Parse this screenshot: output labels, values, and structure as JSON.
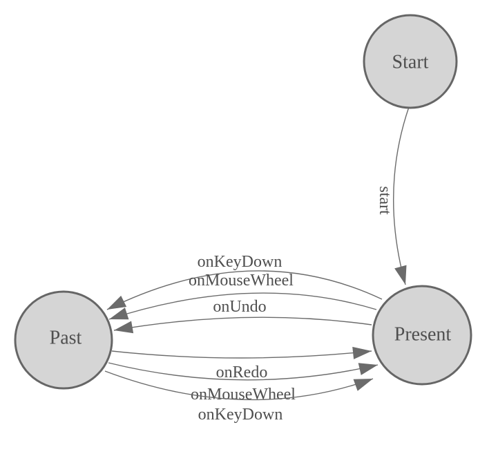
{
  "diagram": {
    "type": "state-machine",
    "colors": {
      "background": "#ffffff",
      "node_fill": "#d5d5d5",
      "node_stroke": "#666666",
      "line_color": "#6b6b6b",
      "text_color": "#4f4f4f"
    },
    "nodes": [
      {
        "id": "start",
        "label": "Start"
      },
      {
        "id": "present",
        "label": "Present"
      },
      {
        "id": "past",
        "label": "Past"
      }
    ],
    "edges": [
      {
        "from": "Start",
        "to": "Present",
        "label": "start"
      },
      {
        "from": "Present",
        "to": "Past",
        "label": "onKeyDown"
      },
      {
        "from": "Present",
        "to": "Past",
        "label": "onMouseWheel"
      },
      {
        "from": "Present",
        "to": "Past",
        "label": "onUndo"
      },
      {
        "from": "Past",
        "to": "Present",
        "label": "onRedo"
      },
      {
        "from": "Past",
        "to": "Present",
        "label": "onMouseWheel"
      },
      {
        "from": "Past",
        "to": "Present",
        "label": "onKeyDown"
      }
    ]
  }
}
